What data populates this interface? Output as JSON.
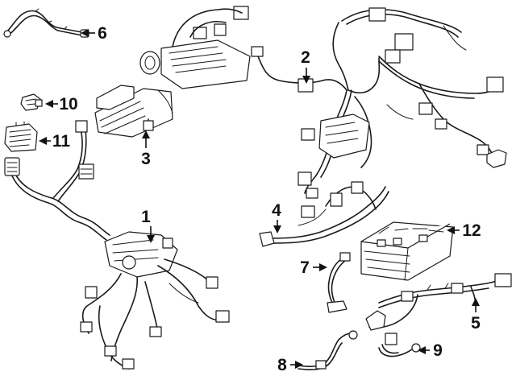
{
  "callouts": [
    {
      "id": "1",
      "text": "1"
    },
    {
      "id": "2",
      "text": "2"
    },
    {
      "id": "3",
      "text": "3"
    },
    {
      "id": "4",
      "text": "4"
    },
    {
      "id": "5",
      "text": "5"
    },
    {
      "id": "6",
      "text": "6"
    },
    {
      "id": "7",
      "text": "7"
    },
    {
      "id": "8",
      "text": "8"
    },
    {
      "id": "9",
      "text": "9"
    },
    {
      "id": "10",
      "text": "10"
    },
    {
      "id": "11",
      "text": "11"
    },
    {
      "id": "12",
      "text": "12"
    }
  ],
  "colors": {
    "line": "#1a1a1a",
    "background": "#ffffff"
  }
}
